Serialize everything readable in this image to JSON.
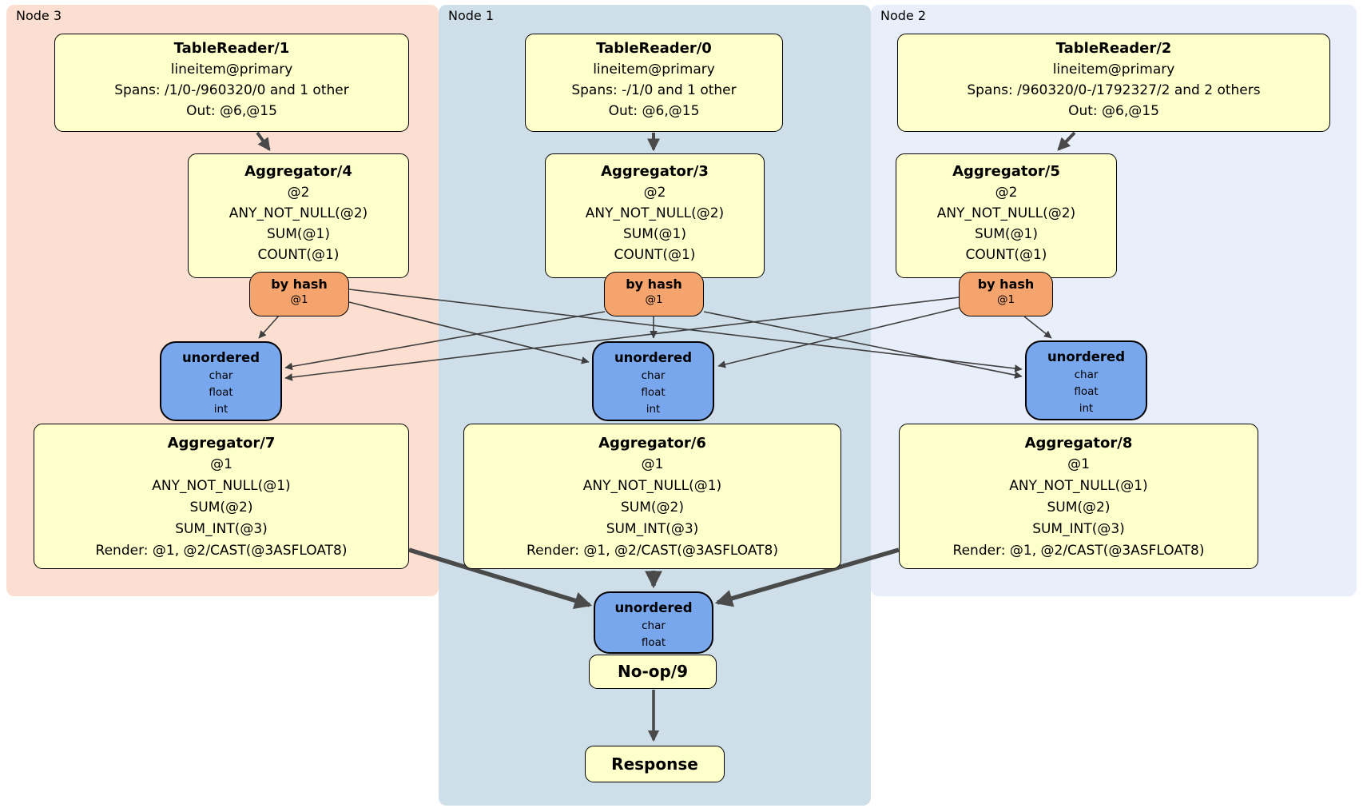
{
  "panels": {
    "node3": {
      "label": "Node 3"
    },
    "node1": {
      "label": "Node 1"
    },
    "node2": {
      "label": "Node 2"
    }
  },
  "colors": {
    "node3_panel": "#fcdfd1",
    "node1_panel": "#cfdfe9",
    "node2_panel": "#e9eefb",
    "processor_box": "#ffffcc",
    "router_box": "#f4a46c",
    "sync_box": "#79a7ee",
    "edge": "#4a4a4a"
  },
  "boxes": {
    "tr1": {
      "title": "TableReader/1",
      "lines": [
        "lineitem@primary",
        "Spans: /1/0-/960320/0 and 1 other",
        "Out: @6,@15"
      ]
    },
    "tr0": {
      "title": "TableReader/0",
      "lines": [
        "lineitem@primary",
        "Spans: -/1/0 and 1 other",
        "Out: @6,@15"
      ]
    },
    "tr2": {
      "title": "TableReader/2",
      "lines": [
        "lineitem@primary",
        "Spans: /960320/0-/1792327/2 and 2 others",
        "Out: @6,@15"
      ]
    },
    "agg4": {
      "title": "Aggregator/4",
      "lines": [
        "@2",
        "ANY_NOT_NULL(@2)",
        "SUM(@1)",
        "COUNT(@1)"
      ]
    },
    "agg3": {
      "title": "Aggregator/3",
      "lines": [
        "@2",
        "ANY_NOT_NULL(@2)",
        "SUM(@1)",
        "COUNT(@1)"
      ]
    },
    "agg5": {
      "title": "Aggregator/5",
      "lines": [
        "@2",
        "ANY_NOT_NULL(@2)",
        "SUM(@1)",
        "COUNT(@1)"
      ]
    },
    "bh3": {
      "title": "by hash",
      "lines": [
        "@1"
      ]
    },
    "bh1": {
      "title": "by hash",
      "lines": [
        "@1"
      ]
    },
    "bh2": {
      "title": "by hash",
      "lines": [
        "@1"
      ]
    },
    "u3": {
      "title": "unordered",
      "lines": [
        "char",
        "float",
        "int"
      ]
    },
    "u1": {
      "title": "unordered",
      "lines": [
        "char",
        "float",
        "int"
      ]
    },
    "u2": {
      "title": "unordered",
      "lines": [
        "char",
        "float",
        "int"
      ]
    },
    "agg7": {
      "title": "Aggregator/7",
      "lines": [
        "@1",
        "ANY_NOT_NULL(@1)",
        "SUM(@2)",
        "SUM_INT(@3)",
        "Render: @1, @2/CAST(@3ASFLOAT8)"
      ]
    },
    "agg6": {
      "title": "Aggregator/6",
      "lines": [
        "@1",
        "ANY_NOT_NULL(@1)",
        "SUM(@2)",
        "SUM_INT(@3)",
        "Render: @1, @2/CAST(@3ASFLOAT8)"
      ]
    },
    "agg8": {
      "title": "Aggregator/8",
      "lines": [
        "@1",
        "ANY_NOT_NULL(@1)",
        "SUM(@2)",
        "SUM_INT(@3)",
        "Render: @1, @2/CAST(@3ASFLOAT8)"
      ]
    },
    "ub": {
      "title": "unordered",
      "lines": [
        "char",
        "float"
      ]
    },
    "noop": {
      "title": "No-op/9"
    },
    "response": {
      "title": "Response"
    }
  },
  "edges": [
    {
      "from": "TableReader/1",
      "to": "Aggregator/4"
    },
    {
      "from": "TableReader/0",
      "to": "Aggregator/3"
    },
    {
      "from": "TableReader/2",
      "to": "Aggregator/5"
    },
    {
      "from": "by hash (Node 3)",
      "to": "unordered (Node 3)"
    },
    {
      "from": "by hash (Node 3)",
      "to": "unordered (Node 1)"
    },
    {
      "from": "by hash (Node 3)",
      "to": "unordered (Node 2)"
    },
    {
      "from": "by hash (Node 1)",
      "to": "unordered (Node 3)"
    },
    {
      "from": "by hash (Node 1)",
      "to": "unordered (Node 1)"
    },
    {
      "from": "by hash (Node 1)",
      "to": "unordered (Node 2)"
    },
    {
      "from": "by hash (Node 2)",
      "to": "unordered (Node 3)"
    },
    {
      "from": "by hash (Node 2)",
      "to": "unordered (Node 1)"
    },
    {
      "from": "by hash (Node 2)",
      "to": "unordered (Node 2)"
    },
    {
      "from": "Aggregator/7",
      "to": "unordered (final)"
    },
    {
      "from": "Aggregator/6",
      "to": "unordered (final)"
    },
    {
      "from": "Aggregator/8",
      "to": "unordered (final)"
    },
    {
      "from": "No-op/9",
      "to": "Response"
    }
  ]
}
